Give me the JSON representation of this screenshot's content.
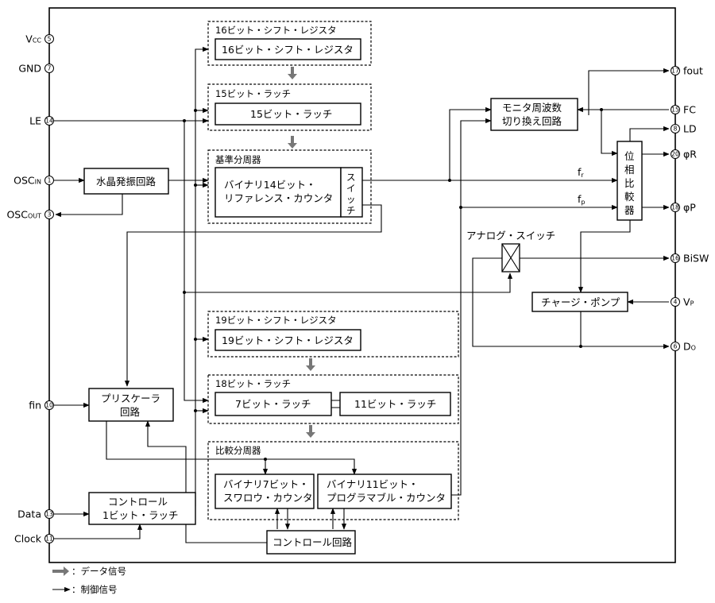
{
  "blocks": {
    "sr16_group": "16ビット・シフト・レジスタ",
    "sr16": "16ビット・シフト・レジスタ",
    "latch15_group": "15ビット・ラッチ",
    "latch15": "15ビット・ラッチ",
    "refdiv_group": "基準分周器",
    "refcounter_1": "バイナリ14ビット・",
    "refcounter_2": "リファレンス・カウンタ",
    "switch_v": [
      "ス",
      "イ",
      "ッ",
      "チ"
    ],
    "osc": "水晶発振回路",
    "prescaler_1": "プリスケーラ",
    "prescaler_2": "回路",
    "control_latch_1": "コントロール",
    "control_latch_2": "1ビット・ラッチ",
    "sr19_group": "19ビット・シフト・レジスタ",
    "sr19": "19ビット・シフト・レジスタ",
    "latch18_group": "18ビット・ラッチ",
    "latch7": "7ビット・ラッチ",
    "latch11": "11ビット・ラッチ",
    "compdiv_group": "比較分周器",
    "swallow_1": "バイナリ7ビット・",
    "swallow_2": "スワロウ・カウンタ",
    "programmable_1": "バイナリ11ビット・",
    "programmable_2": "プログラマブル・カウンタ",
    "control_circuit": "コントロール回路",
    "monitor_1": "モニタ周波数",
    "monitor_2": "切り換え回路",
    "phase_comp_v": [
      "位",
      "相",
      "比",
      "較",
      "器"
    ],
    "charge_pump": "チャージ・ポンプ",
    "analog_switch": "アナログ・スイッチ",
    "fr_label": "f",
    "fr_sub": "r",
    "fp_label": "f",
    "fp_sub": "p"
  },
  "left_pins": [
    {
      "num": "5",
      "label": "V",
      "sub": "CC"
    },
    {
      "num": "7",
      "label": "GND",
      "sub": ""
    },
    {
      "num": "14",
      "label": "LE",
      "sub": ""
    },
    {
      "num": "1",
      "label": "OSC",
      "sub": "IN"
    },
    {
      "num": "3",
      "label": "OSC",
      "sub": "OUT"
    },
    {
      "num": "10",
      "label": "fin",
      "sub": ""
    },
    {
      "num": "13",
      "label": "Data",
      "sub": ""
    },
    {
      "num": "11",
      "label": "Clock",
      "sub": ""
    }
  ],
  "right_pins": [
    {
      "num": "17",
      "label": "fout",
      "sub": ""
    },
    {
      "num": "15",
      "label": "FC",
      "sub": ""
    },
    {
      "num": "8",
      "label": "LD",
      "sub": ""
    },
    {
      "num": "20",
      "label": "φR",
      "sub": ""
    },
    {
      "num": "18",
      "label": "φP",
      "sub": ""
    },
    {
      "num": "16",
      "label": "BiSW",
      "sub": ""
    },
    {
      "num": "4",
      "label": "V",
      "sub": "P"
    },
    {
      "num": "6",
      "label": "D",
      "sub": "O"
    }
  ],
  "legend": {
    "data_signal": "：データ信号",
    "control_signal": "：制御信号"
  }
}
